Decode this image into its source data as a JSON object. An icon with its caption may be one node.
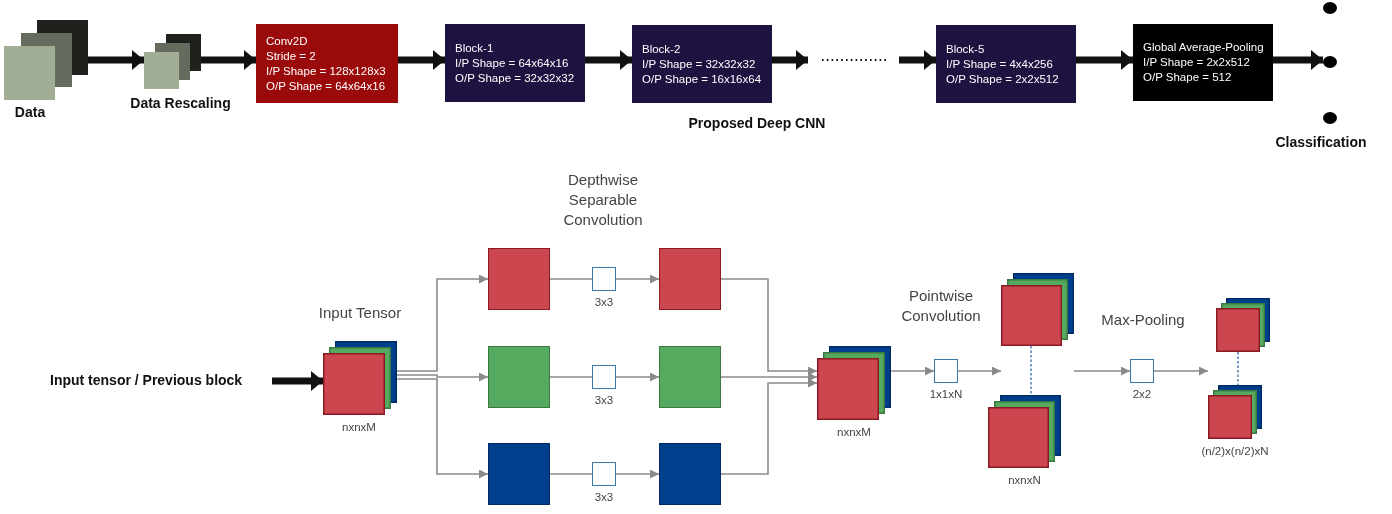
{
  "diagram": {
    "nodes": [
      {
        "text": [
          "Data"
        ]
      },
      {
        "text": [
          "Data Rescaling"
        ]
      },
      {
        "text": [
          "Conv2D",
          "Stride = 2",
          "I/P Shape = 128x128x3",
          "O/P Shape = 64x64x16"
        ]
      },
      {
        "text": [
          "Block-1",
          "I/P Shape = 64x64x16",
          "O/P Shape = 32x32x32"
        ]
      },
      {
        "text": [
          "Block-2",
          "I/P Shape = 32x32x32",
          "O/P Shape = 16x16x64"
        ]
      },
      {
        "text": [
          "Block-5",
          "I/P Shape = 4x4x256",
          "O/P Shape = 2x2x512"
        ]
      },
      {
        "text": [
          "Global Average-Pooling",
          "I/P Shape = 2x2x512",
          "O/P Shape = 512"
        ]
      },
      {
        "text": [
          "Classification"
        ]
      },
      {
        "text": [
          "Input tensor / Previous block"
        ]
      },
      {
        "text": [
          "Input Tensor"
        ],
        "beside": [
          "nxnxM"
        ]
      },
      {
        "text": [],
        "shape": "box"
      },
      {
        "text": [],
        "shape": "box"
      },
      {
        "text": [],
        "shape": "box"
      },
      {
        "text": [],
        "shape": "box",
        "beside": [
          "3x3"
        ]
      },
      {
        "text": [],
        "shape": "box",
        "beside": [
          "3x3"
        ]
      },
      {
        "text": [],
        "shape": "box",
        "beside": [
          "3x3"
        ]
      },
      {
        "text": [],
        "shape": "box"
      },
      {
        "text": [],
        "shape": "box"
      },
      {
        "text": [],
        "shape": "box"
      },
      {
        "text": [],
        "shape": "stack",
        "beside": [
          "nxnxM"
        ]
      },
      {
        "text": [],
        "shape": "box",
        "beside": [
          "1x1xN"
        ]
      },
      {
        "text": [],
        "shape": "stack"
      },
      {
        "text": [],
        "shape": "stack",
        "beside": [
          "nxnxN"
        ]
      },
      {
        "text": [],
        "shape": "box",
        "beside": [
          "2x2"
        ]
      },
      {
        "text": [],
        "shape": "stack"
      },
      {
        "text": [],
        "shape": "stack",
        "beside": [
          "(n/2)x(n/2)xN"
        ]
      }
    ],
    "edges": [
      {
        "from": 0,
        "to": 1,
        "arrow": "to",
        "style": "thick",
        "color": "#111111"
      },
      {
        "from": 1,
        "to": 2,
        "arrow": "to",
        "style": "thick",
        "color": "#111111"
      },
      {
        "from": 2,
        "to": 3,
        "arrow": "to",
        "style": "thick",
        "color": "#111111"
      },
      {
        "from": 3,
        "to": 4,
        "arrow": "to",
        "style": "thick",
        "color": "#111111"
      },
      {
        "from": 4,
        "to": null,
        "arrow": "to",
        "style": "thick",
        "color": "#111111"
      },
      {
        "from": null,
        "to": 5,
        "arrow": "to",
        "style": "thick",
        "color": "#111111"
      },
      {
        "from": 5,
        "to": 6,
        "arrow": "to",
        "style": "thick",
        "color": "#111111"
      },
      {
        "from": 6,
        "to": 7,
        "arrow": "to",
        "style": "thick",
        "color": "#111111"
      },
      {
        "from": 8,
        "to": 9,
        "arrow": "to",
        "style": "thick",
        "color": "#111111"
      },
      {
        "from": 9,
        "to": 10,
        "arrow": "to"
      },
      {
        "from": 9,
        "to": 11,
        "arrow": "to"
      },
      {
        "from": 9,
        "to": 12,
        "arrow": "to"
      },
      {
        "from": 10,
        "to": 13,
        "arrow": "none"
      },
      {
        "from": 11,
        "to": 14,
        "arrow": "none"
      },
      {
        "from": 12,
        "to": 15,
        "arrow": "none"
      },
      {
        "from": 13,
        "to": 16,
        "arrow": "to"
      },
      {
        "from": 14,
        "to": 17,
        "arrow": "to"
      },
      {
        "from": 15,
        "to": 18,
        "arrow": "to"
      },
      {
        "from": 16,
        "to": 19,
        "arrow": "to"
      },
      {
        "from": 17,
        "to": 19,
        "arrow": "to"
      },
      {
        "from": 18,
        "to": 19,
        "arrow": "to"
      },
      {
        "from": 19,
        "to": 20,
        "arrow": "to"
      },
      {
        "from": 20,
        "to": 21,
        "arrow": "to"
      },
      {
        "from": 21,
        "to": 23,
        "arrow": "to"
      },
      {
        "from": 23,
        "to": 25,
        "arrow": "to"
      },
      {
        "from": 21,
        "to": 22,
        "arrow": "none",
        "style": "dashed",
        "color": "#1f5f9f"
      },
      {
        "from": 24,
        "to": 25,
        "arrow": "none",
        "style": "dashed",
        "color": "#1f5f9f"
      }
    ],
    "labels": [
      "Proposed Deep CNN",
      "Depthwise Separable Convolution",
      "Pointwise Convolution",
      "Max-Pooling"
    ]
  }
}
